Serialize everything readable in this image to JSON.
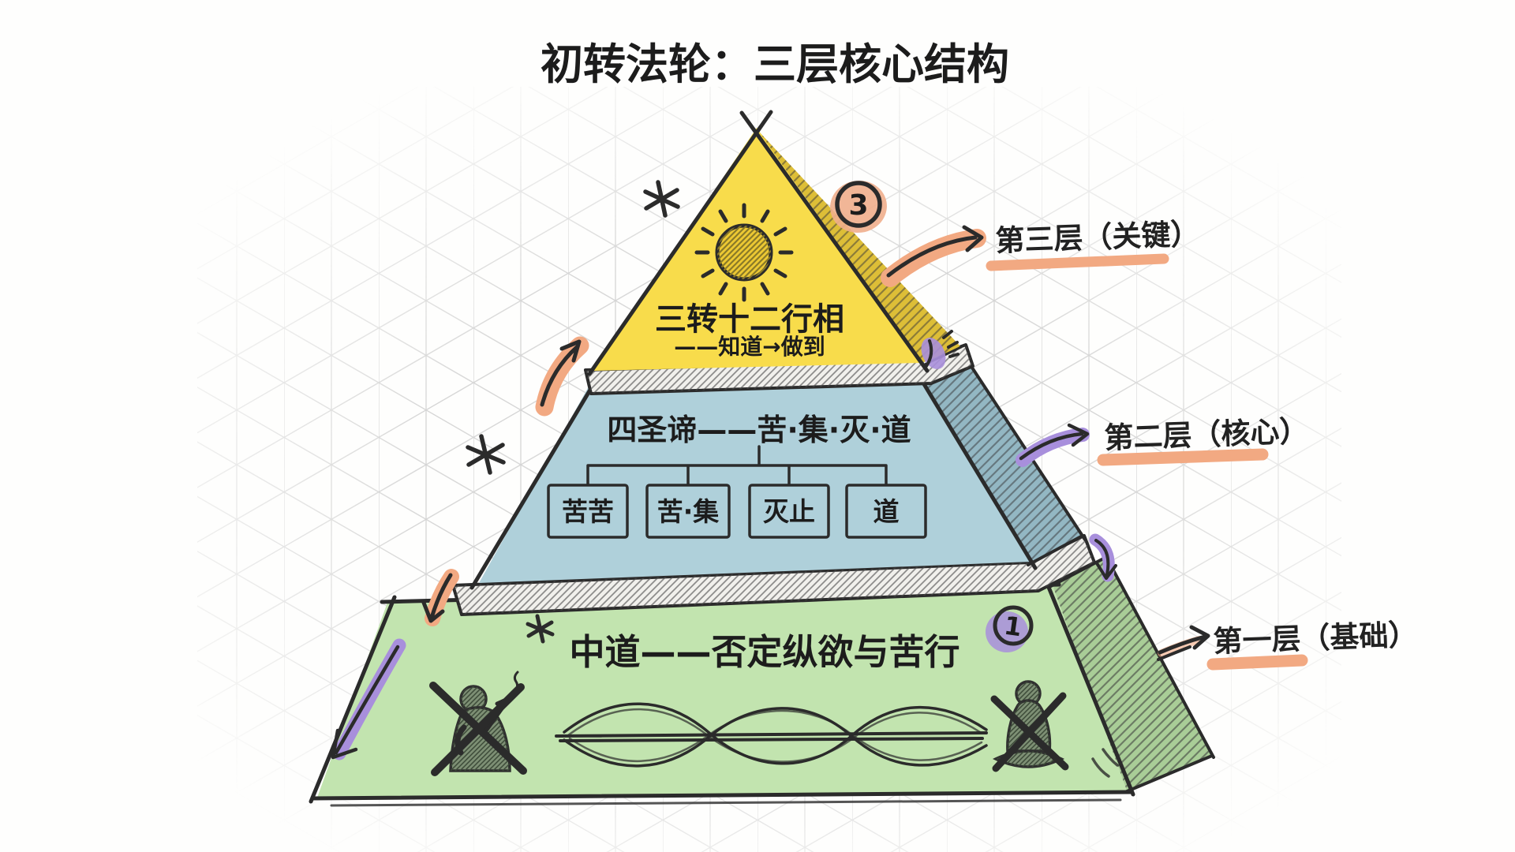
{
  "title": "初转法轮：三层核心结构",
  "pyramid": {
    "tier3": {
      "badge": "3",
      "label": "三转十二行相",
      "sublabel": "——知道→做到",
      "color": "#F8DC4B"
    },
    "tier2": {
      "label": "四圣谛——苦·集·灭·道",
      "color": "#AFD0DA",
      "boxes": [
        "苦苦",
        "苦·集",
        "灭止",
        "道"
      ]
    },
    "tier1": {
      "badge": "1",
      "label": "中道——否定纵欲与苦行",
      "color": "#C2E4AF"
    }
  },
  "annotations": {
    "layer3": {
      "label": "第三层（关键）"
    },
    "layer2": {
      "label": "第二层（核心）"
    },
    "layer1": {
      "label": "第一层（基础）"
    }
  },
  "icons": [
    "sun-icon",
    "asterisk-icon",
    "smoker-figure-icon",
    "meditator-figure-icon",
    "wave-lines-icon",
    "orange-arrow-icon",
    "purple-arrow-icon"
  ],
  "colors": {
    "peach_highlight": "#F2A982",
    "purple_highlight": "#A88FDC",
    "ink": "#2b2b2b",
    "grid": "#c6c6c6",
    "band": "#f1f0ec"
  }
}
